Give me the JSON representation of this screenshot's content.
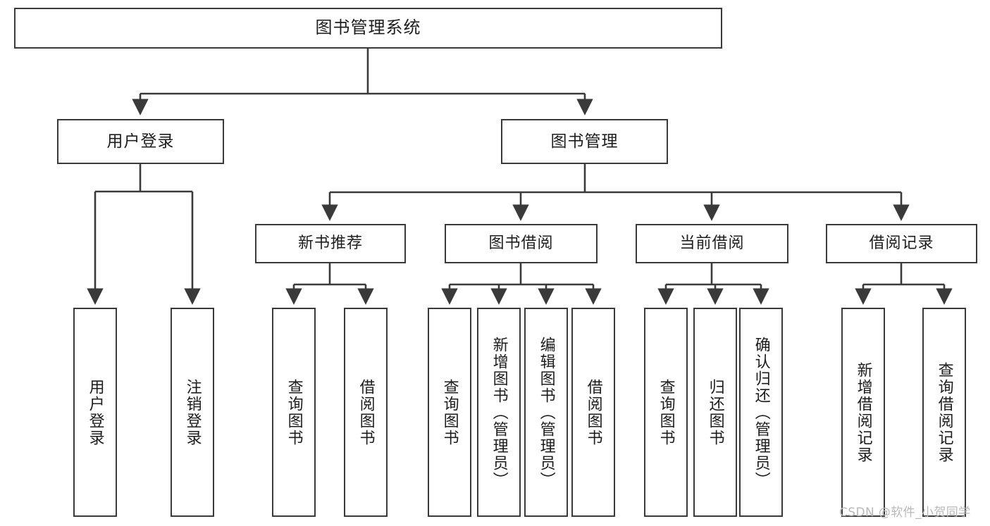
{
  "diagram": {
    "title": "图书管理系统",
    "type": "tree-hierarchy-diagram",
    "watermark": "CSDN @软件_小贺同学",
    "colors": {
      "box_border": "#3a3a3a",
      "box_fill": "#ffffff",
      "edge": "#3a3a3a",
      "text": "#1d1d1d",
      "watermark": "#b9b9b9",
      "background": "#ffffff"
    },
    "root": {
      "label": "图书管理系统"
    },
    "level2": [
      {
        "label": "用户登录"
      },
      {
        "label": "图书管理"
      }
    ],
    "level3": [
      {
        "label": "新书推荐"
      },
      {
        "label": "图书借阅"
      },
      {
        "label": "当前借阅"
      },
      {
        "label": "借阅记录"
      }
    ],
    "leaves": {
      "user_login": [
        {
          "label": "用户登录"
        },
        {
          "label": "注销登录"
        }
      ],
      "new_book_recommend": [
        {
          "label": "查询图书"
        },
        {
          "label": "借阅图书"
        }
      ],
      "book_borrow": [
        {
          "label": "查询图书"
        },
        {
          "label": "新增图书（管理员）"
        },
        {
          "label": "编辑图书（管理员）"
        },
        {
          "label": "借阅图书"
        }
      ],
      "current_borrow": [
        {
          "label": "查询图书"
        },
        {
          "label": "归还图书"
        },
        {
          "label": "确认归还（管理员）"
        }
      ],
      "borrow_record": [
        {
          "label": "新增借阅记录"
        },
        {
          "label": "查询借阅记录"
        }
      ]
    }
  }
}
